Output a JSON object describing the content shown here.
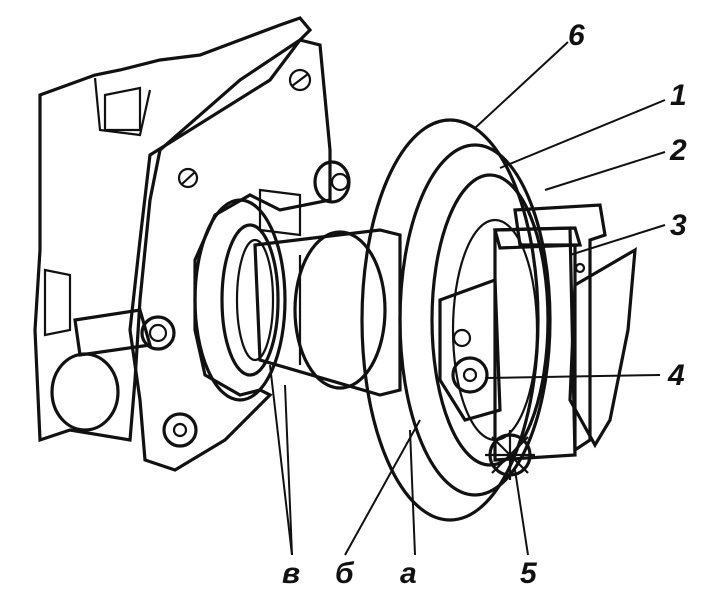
{
  "figure": {
    "callouts": [
      {
        "id": "c6",
        "text": "6"
      },
      {
        "id": "c1",
        "text": "1"
      },
      {
        "id": "c2",
        "text": "2"
      },
      {
        "id": "c3",
        "text": "3"
      },
      {
        "id": "c4",
        "text": "4"
      },
      {
        "id": "c5",
        "text": "5"
      },
      {
        "id": "ca",
        "text": "а"
      },
      {
        "id": "cb",
        "text": "б"
      },
      {
        "id": "cv",
        "text": "в"
      }
    ],
    "style": {
      "ink": "#111111",
      "paper": "#ffffff"
    }
  }
}
